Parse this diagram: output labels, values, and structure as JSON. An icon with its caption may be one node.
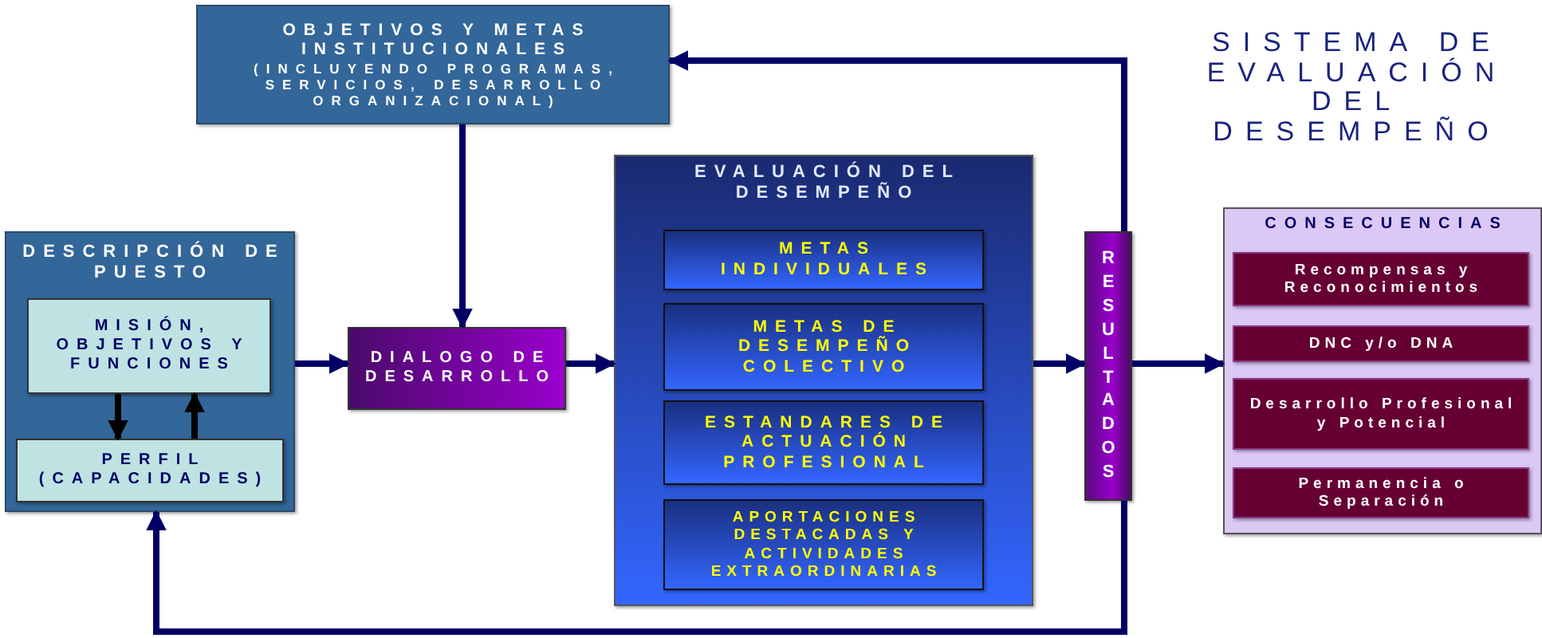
{
  "diagram": {
    "title": "SISTEMA DE EVALUACIÓN DEL DESEMPEÑO",
    "nodes": [
      {
        "text": [
          "OBJETIVOS Y METAS INSTITUCIONALES",
          "(INCLUYENDO PROGRAMAS, SERVICIOS, DESARROLLO ORGANIZACIONAL)"
        ]
      },
      {
        "text": [
          "DESCRIPCIÓN DE PUESTO"
        ]
      },
      {
        "text": [
          "MISIÓN, OBJETIVOS Y FUNCIONES"
        ],
        "in": 1
      },
      {
        "text": [
          "PERFIL (CAPACIDADES)"
        ],
        "in": 1
      },
      {
        "text": [
          "DIALOGO DE DESARROLLO"
        ]
      },
      {
        "text": [
          "EVALUACIÓN DEL DESEMPEÑO"
        ]
      },
      {
        "text": [
          "METAS INDIVIDUALES"
        ],
        "in": 5
      },
      {
        "text": [
          "METAS DE DESEMPEÑO COLECTIVO"
        ],
        "in": 5
      },
      {
        "text": [
          "ESTANDARES DE ACTUACIÓN PROFESIONAL"
        ],
        "in": 5
      },
      {
        "text": [
          "APORTACIONES DESTACADAS Y ACTIVIDADES EXTRAORDINARIAS"
        ],
        "in": 5
      },
      {
        "text": [
          "RESULTADOS"
        ]
      },
      {
        "text": [
          "CONSECUENCIAS"
        ]
      },
      {
        "text": [
          "Recompensas y Reconocimientos"
        ],
        "in": 11
      },
      {
        "text": [
          "DNC y/o DNA"
        ],
        "in": 11
      },
      {
        "text": [
          "Desarrollo Profesional y Potencial"
        ],
        "in": 11
      },
      {
        "text": [
          "Permanencia o Separación"
        ],
        "in": 11
      }
    ],
    "edges": [
      {
        "from": 0,
        "to": 4,
        "arrow": "to"
      },
      {
        "from": 1,
        "to": 4,
        "arrow": "to"
      },
      {
        "from": 2,
        "to": 3,
        "arrow": "to",
        "color": "#000000"
      },
      {
        "from": 3,
        "to": 2,
        "arrow": "to",
        "color": "#000000"
      },
      {
        "from": 4,
        "to": 5,
        "arrow": "to"
      },
      {
        "from": 5,
        "to": 10,
        "arrow": "to"
      },
      {
        "from": 10,
        "to": 11,
        "arrow": "to"
      },
      {
        "from": 10,
        "to": 0,
        "arrow": "to"
      },
      {
        "from": 10,
        "to": 1,
        "arrow": "to"
      }
    ]
  }
}
